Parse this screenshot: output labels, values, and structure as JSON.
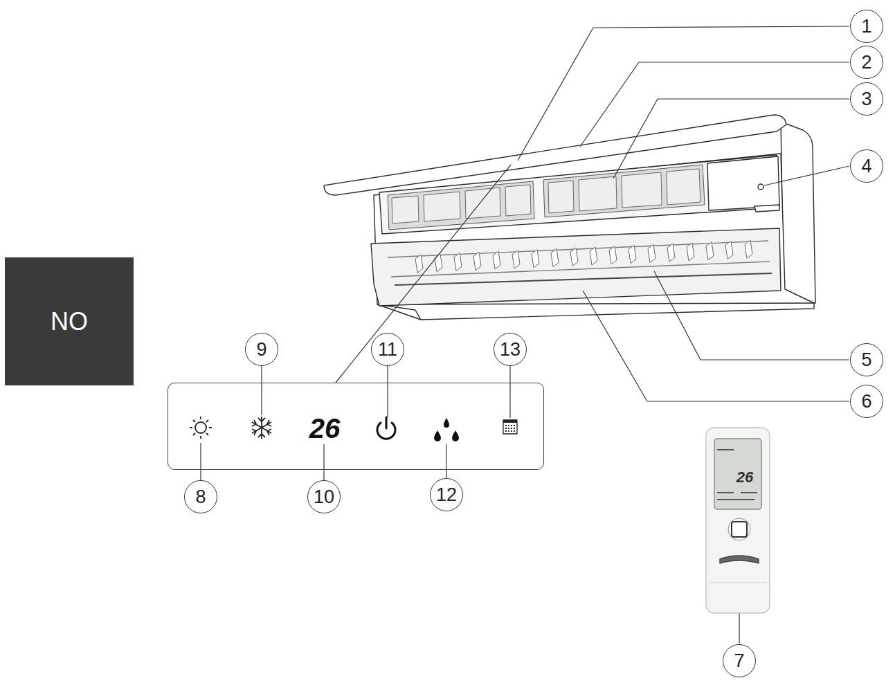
{
  "diagram": {
    "nodes": [
      {
        "text": [
          "1"
        ]
      },
      {
        "text": [
          "2"
        ]
      },
      {
        "text": [
          "3"
        ]
      },
      {
        "text": [
          "4"
        ]
      },
      {
        "text": [
          "NO"
        ]
      },
      {
        "text": [
          "9"
        ]
      },
      {
        "text": [
          "11"
        ]
      },
      {
        "text": [
          "13"
        ]
      },
      {
        "text": [
          "26"
        ]
      },
      {
        "text": [
          "5"
        ]
      },
      {
        "text": [
          "6"
        ]
      },
      {
        "text": [
          "8"
        ]
      },
      {
        "text": [
          "10"
        ]
      },
      {
        "text": [
          "12"
        ]
      },
      {
        "text": [
          "7"
        ]
      }
    ],
    "labels": [
      "26"
    ]
  }
}
